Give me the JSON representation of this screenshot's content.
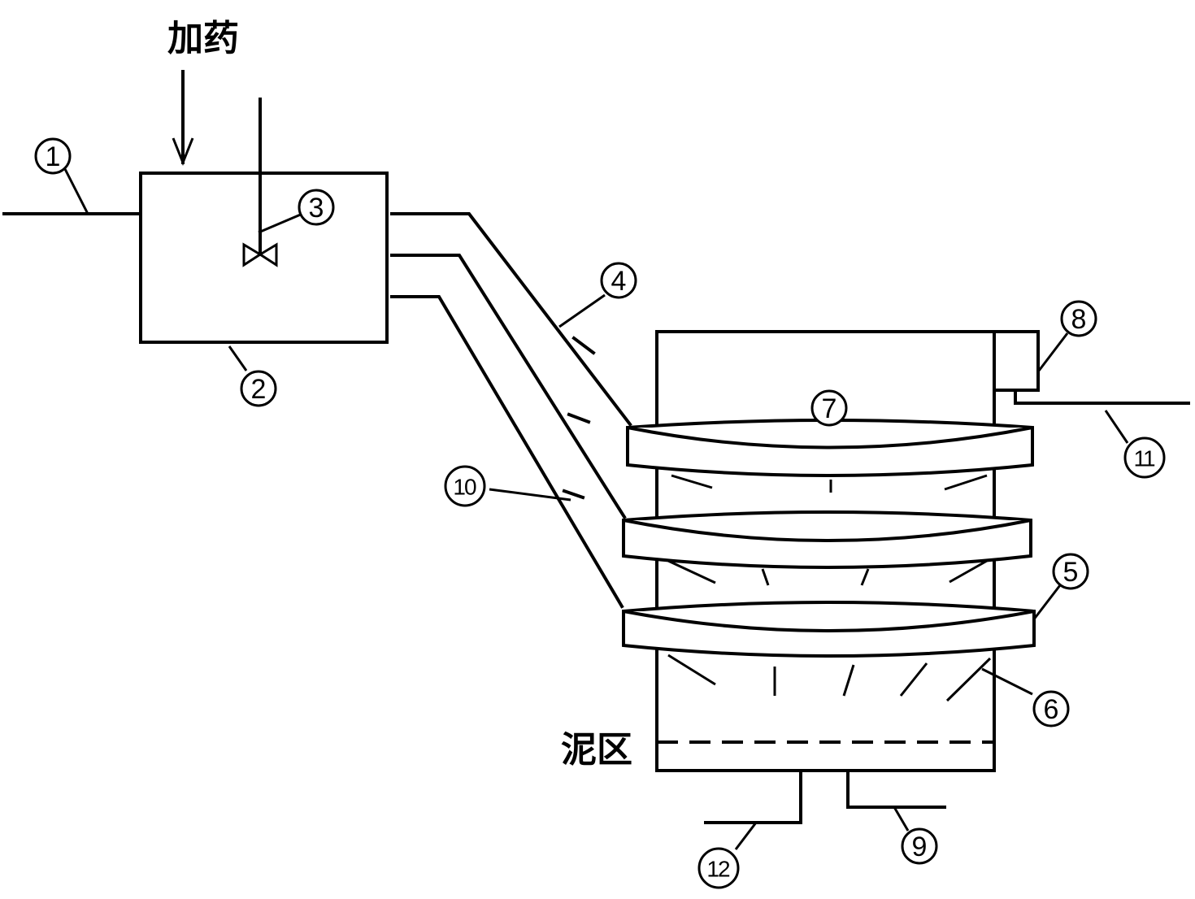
{
  "labels": {
    "dosing": "加药",
    "sludge_zone": "泥区"
  },
  "markers": {
    "m1": "1",
    "m2": "2",
    "m3": "3",
    "m4": "4",
    "m5": "5",
    "m6": "6",
    "m7": "7",
    "m8": "8",
    "m9": "9",
    "m10": "10",
    "m11": "11",
    "m12": "12"
  }
}
